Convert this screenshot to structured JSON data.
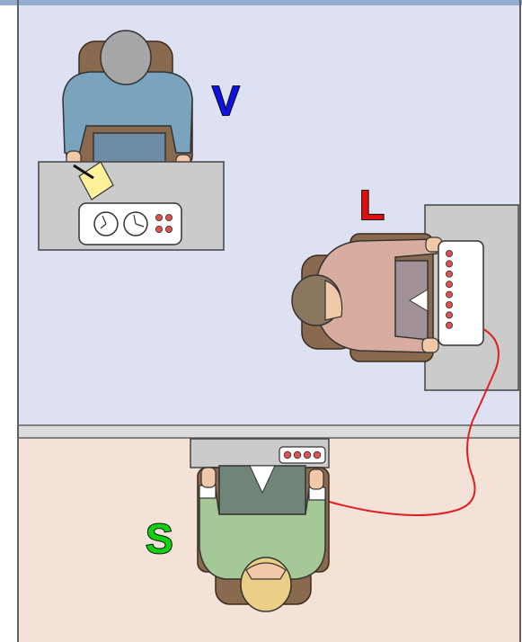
{
  "labels": {
    "experimenter": "V",
    "teacher": "L",
    "student": "S"
  },
  "colors": {
    "upper_room": "#dde1f2",
    "lower_room": "#f4e1d7",
    "wall": "#dcdcdc",
    "frame_top": "#93abcc",
    "border": "#606060",
    "desk": "#cbcbcb",
    "chair": "#8a6a4e",
    "experimenter_shirt": "#7aa3be",
    "experimenter_hair": "#a6a6a6",
    "teacher_shirt": "#d8ada0",
    "teacher_hair": "#8a7760",
    "teacher_pants": "#a39199",
    "student_shirt": "#a4c896",
    "student_hair": "#ecce86",
    "student_pants": "#6f8577",
    "label_v": "#1010e0",
    "label_l": "#e01010",
    "label_s": "#10d010",
    "wire": "#e02020",
    "button": "#e05050",
    "paper": "#fff29a",
    "skin": "#f1c9a8"
  },
  "icons": {
    "timer": "clock-icon",
    "buttons": "button-panel-icon"
  }
}
